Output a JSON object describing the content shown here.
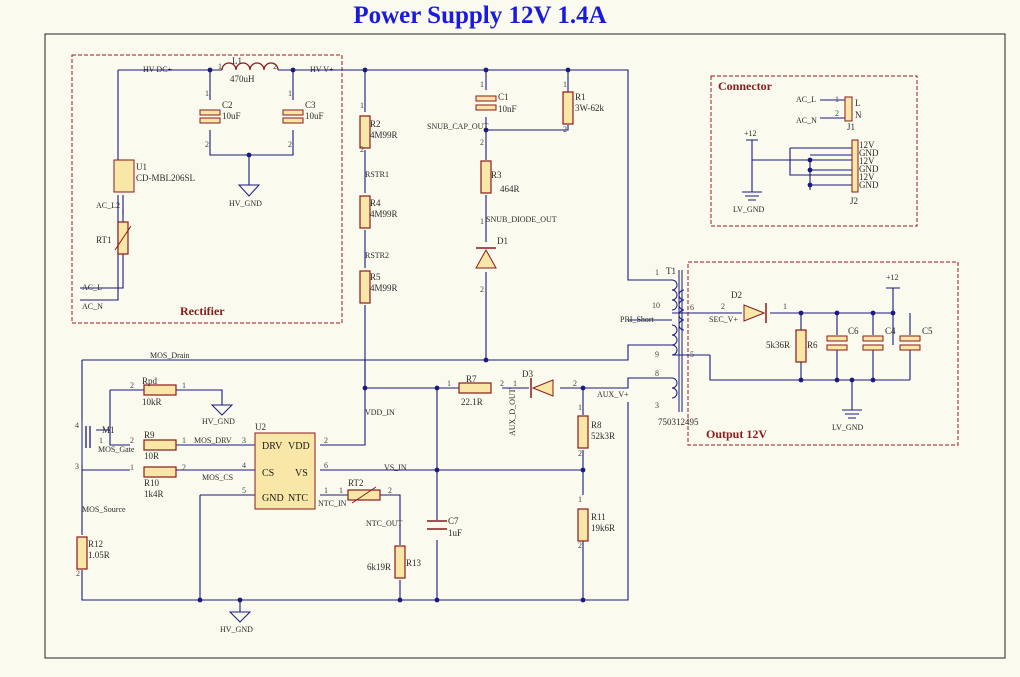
{
  "title": "Power Supply 12V 1.4A",
  "groups": {
    "rectifier": "Rectifier",
    "connector": "Connector",
    "output": "Output 12V"
  },
  "components": {
    "L1": {
      "ref": "L1",
      "value": "470uH"
    },
    "C2": {
      "ref": "C2",
      "value": "10uF"
    },
    "C3": {
      "ref": "C3",
      "value": "10uF"
    },
    "U1": {
      "ref": "U1",
      "value": "CD-MBL206SL"
    },
    "RT1": {
      "ref": "RT1"
    },
    "R2": {
      "ref": "R2",
      "value": "4M99R"
    },
    "R4": {
      "ref": "R4",
      "value": "4M99R"
    },
    "R5": {
      "ref": "R5",
      "value": "4M99R"
    },
    "C1": {
      "ref": "C1",
      "value": "10nF"
    },
    "R1": {
      "ref": "R1",
      "value": "3W-62k"
    },
    "R3": {
      "ref": "R3",
      "value": "464R"
    },
    "D1": {
      "ref": "D1"
    },
    "T1": {
      "ref": "T1",
      "value": "750312495"
    },
    "J1": {
      "ref": "J1"
    },
    "J2": {
      "ref": "J2"
    },
    "D2": {
      "ref": "D2"
    },
    "R6": {
      "ref": "R6",
      "value": "5k36R"
    },
    "C6": {
      "ref": "C6"
    },
    "C4": {
      "ref": "C4"
    },
    "C5": {
      "ref": "C5"
    },
    "Rpd": {
      "ref": "Rpd",
      "value": "10kR"
    },
    "M1": {
      "ref": "M1"
    },
    "R9": {
      "ref": "R9",
      "value": "10R"
    },
    "R10": {
      "ref": "R10",
      "value": "1k4R"
    },
    "U2": {
      "ref": "U2",
      "pins": [
        "DRV",
        "VDD",
        "CS",
        "VS",
        "GND",
        "NTC"
      ]
    },
    "R7": {
      "ref": "R7",
      "value": "22.1R"
    },
    "D3": {
      "ref": "D3"
    },
    "R8": {
      "ref": "R8",
      "value": "52k3R"
    },
    "R11": {
      "ref": "R11",
      "value": "19k6R"
    },
    "RT2": {
      "ref": "RT2"
    },
    "R13": {
      "ref": "R13",
      "value": "6k19R"
    },
    "C7": {
      "ref": "C7",
      "value": "1uF"
    },
    "R12": {
      "ref": "R12",
      "value": "1.05R"
    }
  },
  "nets": {
    "hv_dc": "HV DC+",
    "hv_v": "HV V+",
    "hv_gnd": "HV_GND",
    "ac_l2": "AC_L2",
    "ac_l": "AC_L",
    "ac_n": "AC_N",
    "rstr1": "RSTR1",
    "rstr2": "RSTR2",
    "snub_cap": "SNUB_CAP_OUT",
    "snub_diode": "SNUB_DIODE_OUT",
    "pri_short": "PRI_Short",
    "sec_v": "SEC_V+",
    "plus12": "+12",
    "lv_gnd": "LV_GND",
    "mos_drain": "MOS_Drain",
    "mos_gate": "MOS_Gate",
    "mos_drv": "MOS_DRV",
    "mos_cs": "MOS_CS",
    "mos_source": "MOS_Source",
    "vdd_in": "VDD_IN",
    "vs_in": "VS_IN",
    "aux_d_out": "AUX_D_OUT",
    "aux_v": "AUX_V+",
    "ntc_in": "NTC_IN",
    "ntc_out": "NTC_OUT"
  },
  "connector_pins": {
    "j1": [
      "L",
      "N"
    ],
    "j2": [
      "12V",
      "GND",
      "12V",
      "GND",
      "12V",
      "GND"
    ]
  },
  "colors": {
    "wire": "#1a1a80",
    "component": "#8b1a1a",
    "fill": "#f8e7a6",
    "title": "#1a1adf",
    "group_border": "#9b1b1b"
  }
}
